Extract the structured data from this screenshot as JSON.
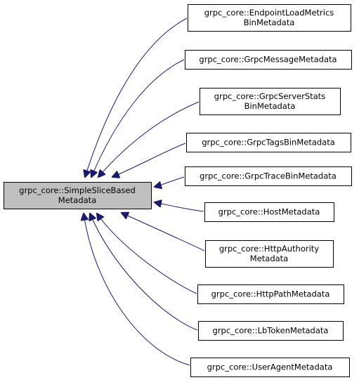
{
  "diagram": {
    "base": {
      "label_lines": [
        "grpc_core::SimpleSliceBased",
        "Metadata"
      ]
    },
    "derived": [
      {
        "id": "endpoint-load-metrics-bin-metadata",
        "label_lines": [
          "grpc_core::EndpointLoadMetrics",
          "BinMetadata"
        ]
      },
      {
        "id": "grpc-message-metadata",
        "label_lines": [
          "grpc_core::GrpcMessageMetadata"
        ]
      },
      {
        "id": "grpc-server-stats-bin-metadata",
        "label_lines": [
          "grpc_core::GrpcServerStats",
          "BinMetadata"
        ]
      },
      {
        "id": "grpc-tags-bin-metadata",
        "label_lines": [
          "grpc_core::GrpcTagsBinMetadata"
        ]
      },
      {
        "id": "grpc-trace-bin-metadata",
        "label_lines": [
          "grpc_core::GrpcTraceBinMetadata"
        ]
      },
      {
        "id": "host-metadata",
        "label_lines": [
          "grpc_core::HostMetadata"
        ]
      },
      {
        "id": "http-authority-metadata",
        "label_lines": [
          "grpc_core::HttpAuthority",
          "Metadata"
        ]
      },
      {
        "id": "http-path-metadata",
        "label_lines": [
          "grpc_core::HttpPathMetadata"
        ]
      },
      {
        "id": "lb-token-metadata",
        "label_lines": [
          "grpc_core::LbTokenMetadata"
        ]
      },
      {
        "id": "user-agent-metadata",
        "label_lines": [
          "grpc_core::UserAgentMetadata"
        ]
      }
    ],
    "colors": {
      "base_fill": "#bfbfbf",
      "node_fill": "#ffffff",
      "border": "#000000",
      "edge": "#191970"
    }
  }
}
